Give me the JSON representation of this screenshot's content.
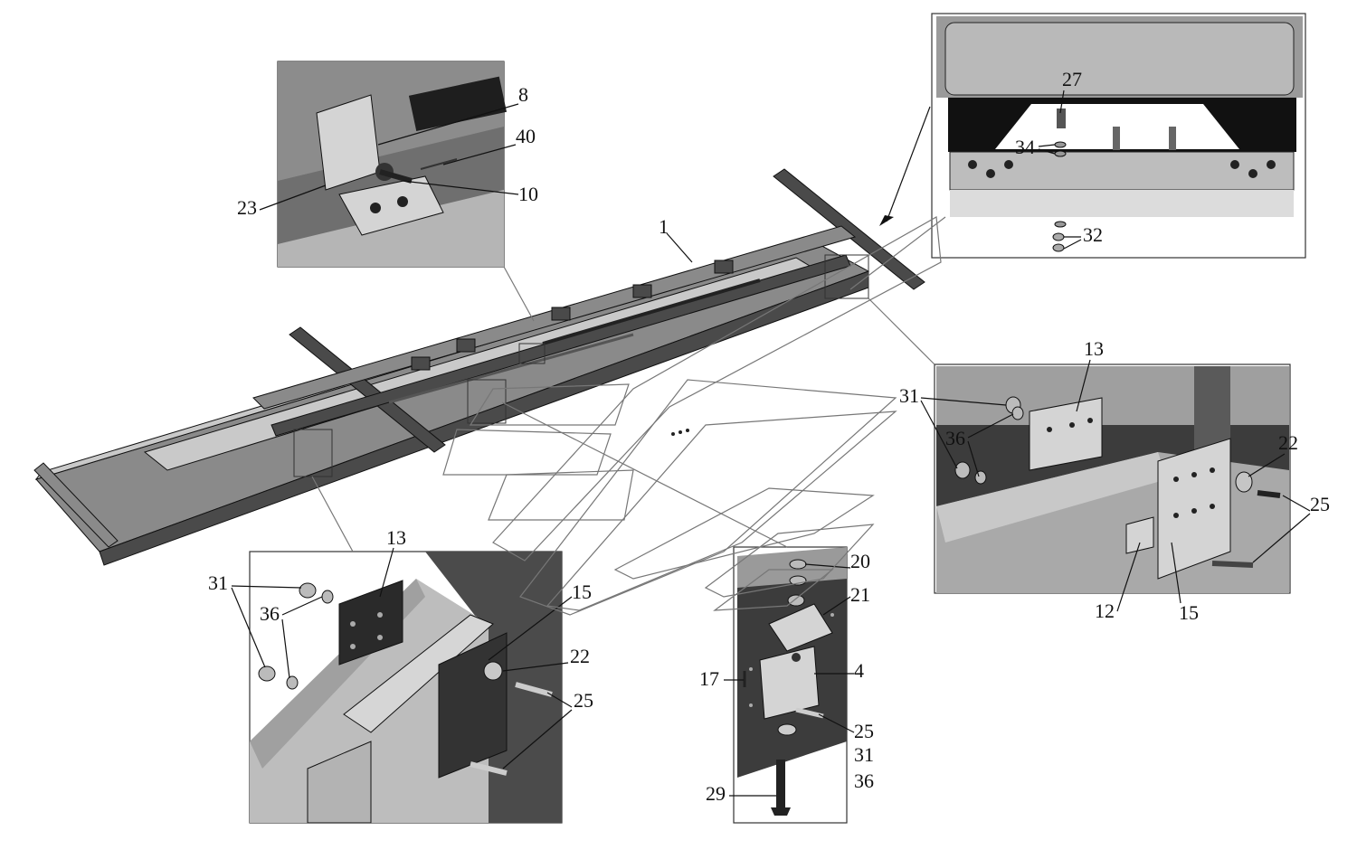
{
  "diagram": {
    "main_assembly": {
      "callout": "1"
    },
    "detail_top_left": {
      "callouts": [
        "8",
        "40",
        "10",
        "23"
      ]
    },
    "detail_top_right": {
      "callouts": [
        "27",
        "34",
        "32"
      ]
    },
    "detail_right": {
      "callouts": [
        "13",
        "31",
        "36",
        "22",
        "25",
        "12",
        "15"
      ]
    },
    "detail_bottom_left": {
      "callouts": [
        "13",
        "31",
        "36",
        "15",
        "22",
        "25"
      ]
    },
    "detail_bottom_center": {
      "callouts": [
        "20",
        "21",
        "17",
        "4",
        "25",
        "31",
        "36",
        "29"
      ]
    }
  }
}
